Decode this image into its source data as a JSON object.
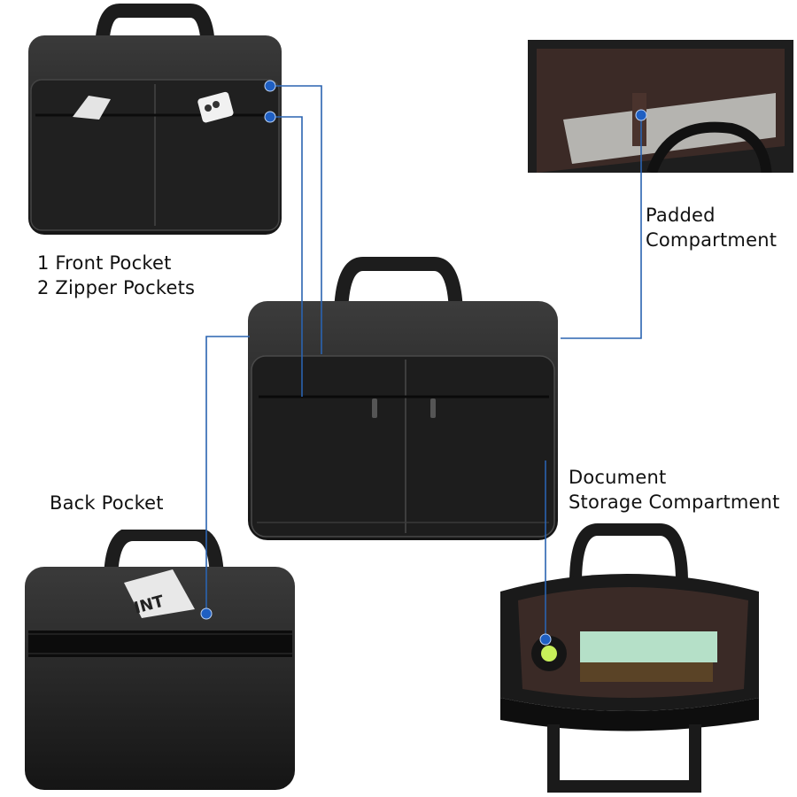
{
  "colors": {
    "connector": "#2a63b0",
    "marker": "#1f5fc2",
    "leather": "#1a1a1a",
    "lining": "#3a2a26",
    "background": "#ffffff"
  },
  "labels": {
    "front_pockets": {
      "line1": "1 Front Pocket",
      "line2": "2 Zipper Pockets"
    },
    "padded": {
      "line1": "Padded",
      "line2": "Compartment"
    },
    "document": {
      "line1": "Document",
      "line2": "Storage Compartment"
    },
    "back": {
      "line1": "Back Pocket"
    }
  },
  "images": [
    {
      "id": "front-view-bag",
      "alt": "Front view of black leather briefcase showing pockets with tablet and phone"
    },
    {
      "id": "padded-compartment-closeup",
      "alt": "Interior padded compartment with laptop"
    },
    {
      "id": "main-bag",
      "alt": "Black leather laptop briefcase with two zipper pockets"
    },
    {
      "id": "back-view-bag",
      "alt": "Back view of briefcase with magazine in back pocket and trolley strap"
    },
    {
      "id": "open-bag-interior",
      "alt": "Open briefcase showing document storage with notebook and accessories"
    }
  ]
}
